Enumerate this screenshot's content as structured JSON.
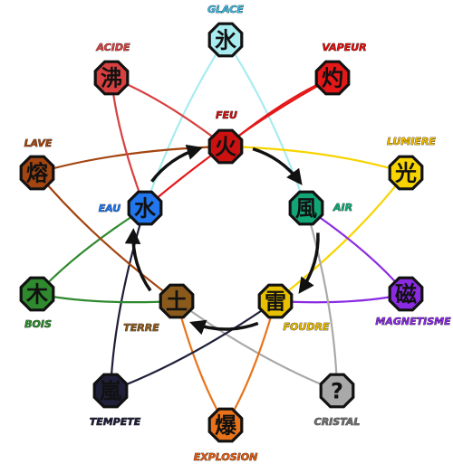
{
  "nodes": [
    {
      "id": "feu",
      "label": "FEU",
      "glyph": "火",
      "color": "#cc1111",
      "label_color": "#cc1111"
    },
    {
      "id": "air",
      "label": "AIR",
      "glyph": "風",
      "color": "#12a575",
      "label_color": "#12a575"
    },
    {
      "id": "foudre",
      "label": "FOUDRE",
      "glyph": "雷",
      "color": "#e8c000",
      "label_color": "#e6b800"
    },
    {
      "id": "terre",
      "label": "TERRE",
      "glyph": "土",
      "color": "#8a5a1c",
      "label_color": "#8a5a1c"
    },
    {
      "id": "eau",
      "label": "EAU",
      "glyph": "水",
      "color": "#2277ee",
      "label_color": "#2277ee"
    },
    {
      "id": "glace",
      "label": "GLACE",
      "glyph": "氷",
      "color": "#a8ecf0",
      "label_color": "#3ab8e0"
    },
    {
      "id": "vapeur",
      "label": "VAPEUR",
      "glyph": "灼",
      "color": "#e41818",
      "label_color": "#dd1111"
    },
    {
      "id": "lumiere",
      "label": "LUMIERE",
      "glyph": "光",
      "color": "#f7d400",
      "label_color": "#f0b800"
    },
    {
      "id": "magnetisme",
      "label": "MAGNETISME",
      "glyph": "磁",
      "color": "#8a2be2",
      "label_color": "#8a2be2"
    },
    {
      "id": "cristal",
      "label": "CRISTAL",
      "glyph": "?",
      "color": "#a9a9a9",
      "label_color": "#707070"
    },
    {
      "id": "explosion",
      "label": "EXPLOSION",
      "glyph": "爆",
      "color": "#e8731a",
      "label_color": "#e05a10"
    },
    {
      "id": "tempete",
      "label": "TEMPETE",
      "glyph": "嵐",
      "color": "#1f1f3a",
      "label_color": "#1f1f3a"
    },
    {
      "id": "bois",
      "label": "BOIS",
      "glyph": "木",
      "color": "#2f8a2f",
      "label_color": "#2f8a2f"
    },
    {
      "id": "lave",
      "label": "LAVE",
      "glyph": "熔",
      "color": "#a34510",
      "label_color": "#a34510"
    },
    {
      "id": "acide",
      "label": "ACIDE",
      "glyph": "沸",
      "color": "#d84040",
      "label_color": "#d84040"
    }
  ],
  "cycle": [
    "feu",
    "air",
    "foudre",
    "terre",
    "eau"
  ],
  "combinations": [
    {
      "result": "glace",
      "from": [
        "eau",
        "air"
      ]
    },
    {
      "result": "vapeur",
      "from": [
        "feu",
        "eau"
      ]
    },
    {
      "result": "lumiere",
      "from": [
        "feu",
        "foudre"
      ]
    },
    {
      "result": "magnetisme",
      "from": [
        "air",
        "foudre"
      ]
    },
    {
      "result": "cristal",
      "from": [
        "air",
        "terre"
      ]
    },
    {
      "result": "explosion",
      "from": [
        "foudre",
        "terre"
      ]
    },
    {
      "result": "tempete",
      "from": [
        "eau",
        "foudre"
      ]
    },
    {
      "result": "bois",
      "from": [
        "eau",
        "terre"
      ]
    },
    {
      "result": "lave",
      "from": [
        "feu",
        "terre"
      ]
    },
    {
      "result": "acide",
      "from": [
        "feu",
        "eau"
      ]
    }
  ]
}
